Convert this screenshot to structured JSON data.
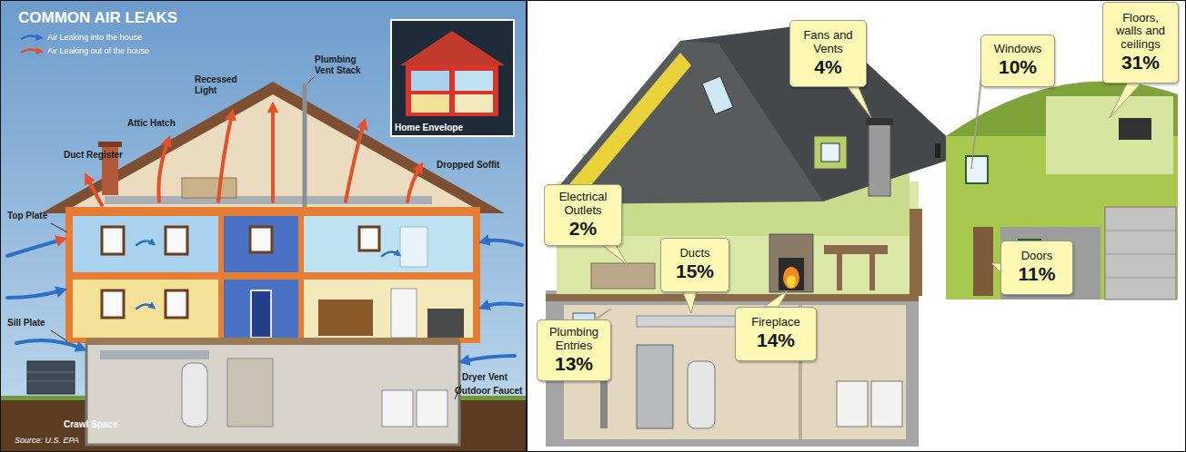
{
  "diagram": {
    "title": "COMMON AIR LEAKS",
    "caption": "Source: U.S. EPA",
    "nodes": [
      {
        "text": [
          "Fans and Vents",
          "4%"
        ]
      },
      {
        "text": [
          "Windows",
          "10%"
        ]
      },
      {
        "text": [
          "Floors, walls and ceilings",
          "31%"
        ]
      },
      {
        "text": [
          "Electrical Outlets",
          "2%"
        ]
      },
      {
        "text": [
          "Ducts",
          "15%"
        ]
      },
      {
        "text": [
          "Doors",
          "11%"
        ]
      },
      {
        "text": [
          "Fireplace",
          "14%"
        ]
      },
      {
        "text": [
          "Plumbing Entries",
          "13%"
        ]
      }
    ],
    "labels": [
      "Plumbing Vent Stack",
      "Recessed Light",
      "Attic Hatch",
      "Duct Register",
      "Dropped Soffit",
      "Home Envelope",
      "Top Plate",
      "Sill Plate",
      "Dryer Vent",
      "Outdoor Faucet",
      "Crawl Space"
    ],
    "legend": [
      {
        "text": "Air Leaking into the house"
      },
      {
        "text": "Air Leaking out of the house"
      }
    ]
  }
}
